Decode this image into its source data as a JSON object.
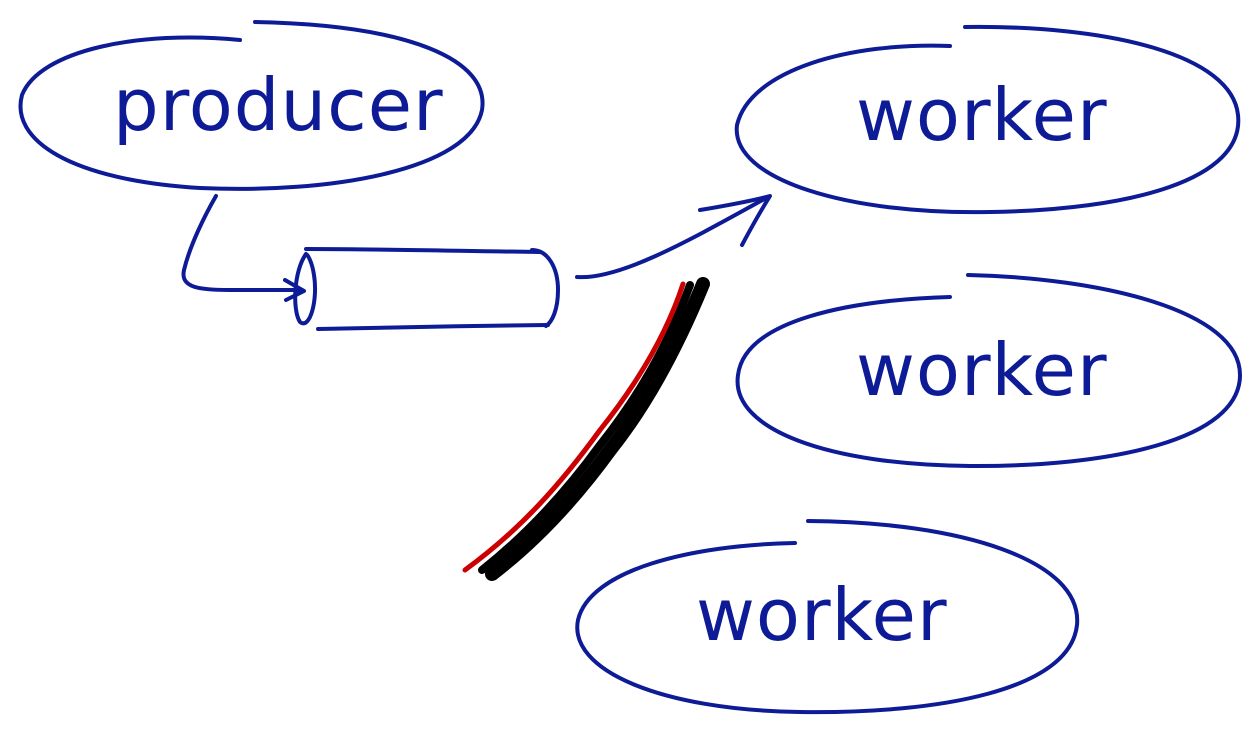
{
  "diagram": {
    "colors": {
      "ink": "#0e1b96",
      "red_stroke": "#cc0000",
      "black_stroke": "#000000",
      "background": "#ffffff"
    },
    "nodes": [
      {
        "id": "producer",
        "label": "producer"
      },
      {
        "id": "worker-1",
        "label": "worker"
      },
      {
        "id": "worker-2",
        "label": "worker"
      },
      {
        "id": "worker-3",
        "label": "worker"
      }
    ],
    "queue": {
      "shape": "cylinder"
    },
    "edges": [
      {
        "from": "producer",
        "to": "queue"
      },
      {
        "from": "queue",
        "to": "worker-1"
      }
    ]
  }
}
